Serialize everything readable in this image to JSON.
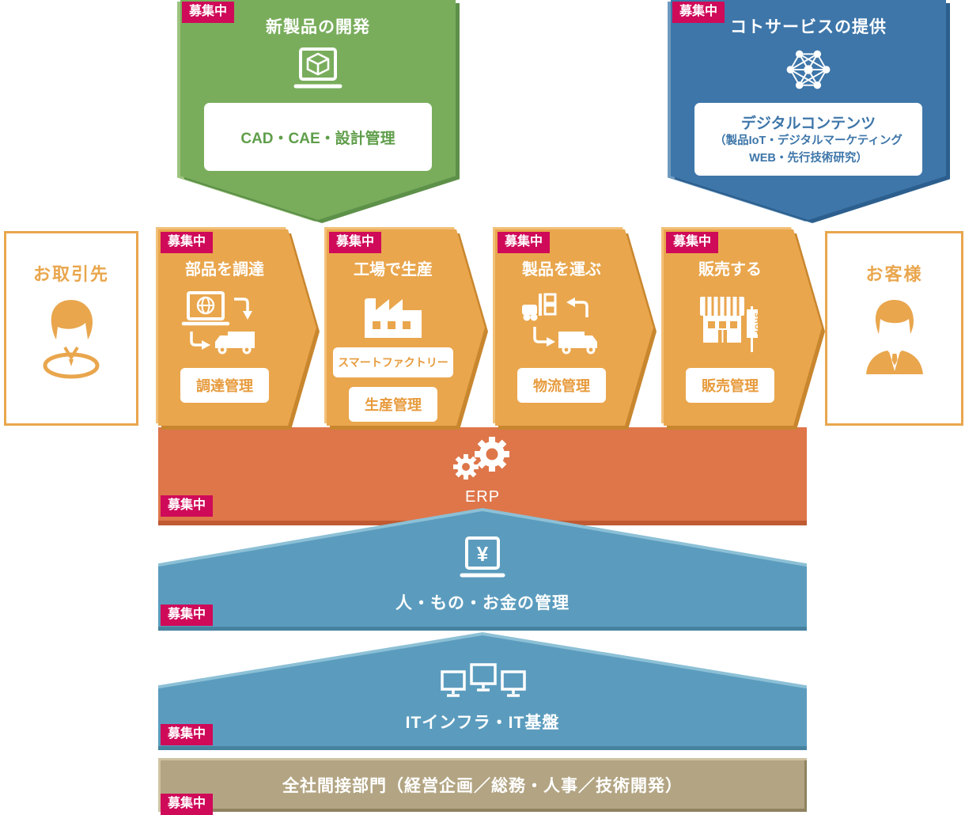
{
  "badge_label": "募集中",
  "dev_block": {
    "title": "新製品の開発",
    "tag": "CAD・CAE・設計管理"
  },
  "service_block": {
    "title": "コトサービスの提供",
    "tag_line1": "デジタルコンテンツ",
    "tag_line2": "（製品IoT・デジタルマーケティング",
    "tag_line3": "WEB・先行技術研究）"
  },
  "partner_box": {
    "label": "お取引先"
  },
  "customer_box": {
    "label": "お客様"
  },
  "chain": [
    {
      "title": "部品を調達",
      "tag": "調達管理"
    },
    {
      "title": "工場で生産",
      "tag1": "スマートファクトリー",
      "tag2": "生産管理"
    },
    {
      "title": "製品を運ぶ",
      "tag": "物流管理"
    },
    {
      "title": "販売する",
      "tag": "販売管理"
    }
  ],
  "erp_layer": {
    "label": "ERP"
  },
  "finance_layer": {
    "label": "人・もの・お金の管理"
  },
  "it_layer": {
    "label": "ITインフラ・IT基盤"
  },
  "corporate_layer": {
    "label": "全社間接部門（経営企画／総務・人事／技術開発）"
  },
  "icons": {
    "dev": "laptop-3d-cube-icon",
    "service": "network-icon",
    "partner": "person-casual-icon",
    "customer": "person-suit-icon",
    "procure": "laptop-globe-truck-icon",
    "factory": "factory-icon",
    "logistics": "forklift-truck-icon",
    "shop": "storefront-icon",
    "erp": "gears-icon",
    "finance": "yen-laptop-icon",
    "it": "monitors-icon",
    "shop_sign_text": "SHOP",
    "yen_symbol": "¥"
  },
  "colors": {
    "badge": "#cf0a59",
    "green": "#79ad5c",
    "blue": "#3e76a9",
    "orange": "#e9a64d",
    "erp_orange": "#de764a",
    "layer_blue": "#5b9cbe",
    "khaki": "#b3a583"
  }
}
